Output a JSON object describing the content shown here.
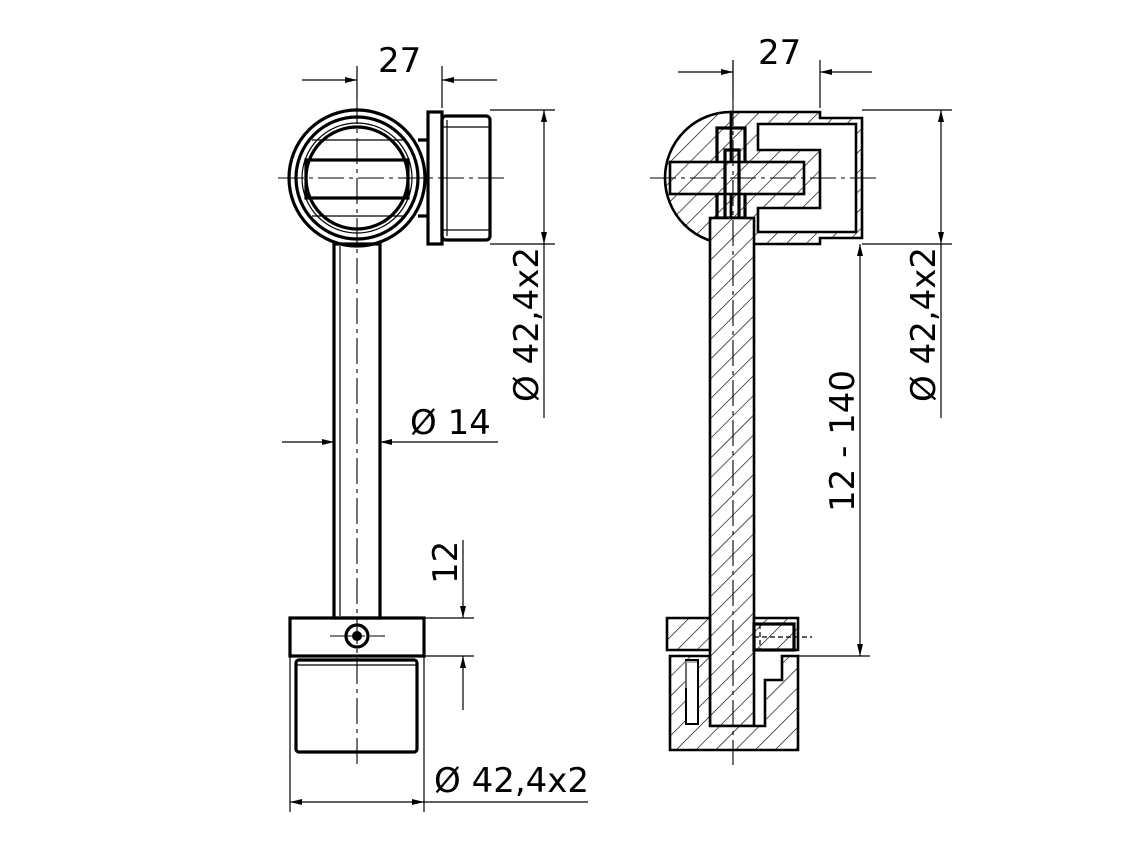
{
  "dimensions": {
    "left_view": {
      "top_width": "27",
      "head_diameter": "Ø 42,4x2",
      "rod_diameter": "Ø 14",
      "base_height": "12",
      "base_diameter": "Ø 42,4x2"
    },
    "right_view": {
      "top_width": "27",
      "head_diameter": "Ø 42,4x2",
      "length_range": "12 - 140"
    }
  }
}
